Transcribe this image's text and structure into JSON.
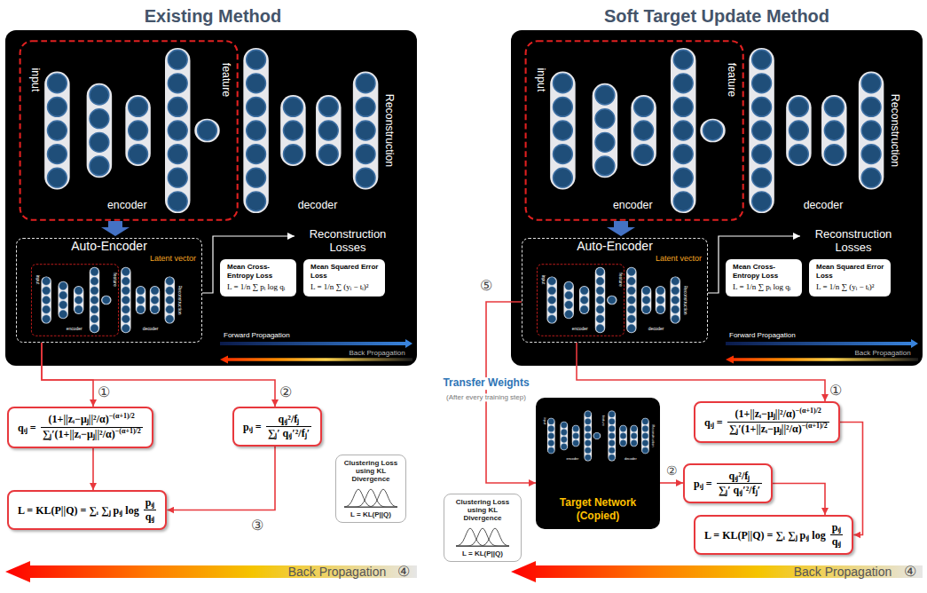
{
  "diagram": {
    "nodes": [
      {
        "text": [
          "Auto-Encoder",
          "Latent vector"
        ]
      },
      {
        "text": [
          "Mean Cross-Entropy Loss",
          "L = 1/n ∑ pᵢ log qᵢ"
        ]
      },
      {
        "text": [
          "Mean Squared Error Loss",
          "L = 1/n ∑ (yᵢ − tᵢ)²"
        ]
      },
      {
        "text": [
          "qᵢⱼ =",
          "(1+||zᵢ−μⱼ||²/α)",
          "−(α+1)/2",
          "∑ⱼ′(1+||zᵢ−μⱼ||²/α)",
          "−(α+1)/2"
        ]
      },
      {
        "text": [
          "pᵢⱼ =",
          "qᵢⱼ²/fⱼ",
          "∑ⱼ′ qᵢⱼ′²/fⱼ′"
        ]
      },
      {
        "text": [
          "L = KL(P||Q) = ∑ᵢ ∑ⱼ pᵢⱼ log",
          "pᵢⱼ",
          "qᵢⱼ"
        ]
      },
      {
        "text": [
          "Clustering Loss using KL Divergence",
          "L = KL(P||Q)"
        ]
      },
      {
        "text": [
          "Auto-Encoder",
          "Latent vector"
        ]
      },
      {
        "text": [
          "Mean Cross-Entropy Loss",
          "L = 1/n ∑ pᵢ log qᵢ"
        ]
      },
      {
        "text": [
          "Mean Squared Error Loss",
          "L = 1/n ∑ (yᵢ − tᵢ)²"
        ]
      },
      {
        "text": [
          "qᵢⱼ =",
          "(1+||zᵢ−μⱼ||²/α)",
          "−(α+1)/2",
          "∑ⱼ′(1+||zᵢ−μⱼ||²/α)",
          "−(α+1)/2"
        ]
      },
      {
        "text": [
          "Target Network (Copied)"
        ]
      },
      {
        "text": [
          "pᵢⱼ =",
          "qᵢⱼ²/fⱼ",
          "∑ⱼ′ qᵢⱼ′²/fⱼ′"
        ]
      },
      {
        "text": [
          "L = KL(P||Q) = ∑ᵢ ∑ⱼ pᵢⱼ log",
          "pᵢⱼ",
          "qᵢⱼ"
        ]
      },
      {
        "text": [
          "Clustering Loss using KL Divergence",
          "L = KL(P||Q)"
        ]
      }
    ],
    "edges": [
      {
        "from": 0,
        "to": 3,
        "arrow": "to"
      },
      {
        "from": 0,
        "to": 4,
        "arrow": "to"
      },
      {
        "from": 3,
        "to": 5,
        "arrow": "to"
      },
      {
        "from": 4,
        "to": 5,
        "arrow": "to"
      },
      {
        "from": 7,
        "to": 10,
        "arrow": "to"
      },
      {
        "from": 7,
        "to": 11,
        "arrow": "to",
        "label": "Transfer Weights"
      },
      {
        "from": 11,
        "to": 12,
        "arrow": "to"
      },
      {
        "from": 10,
        "to": 13,
        "arrow": "to"
      },
      {
        "from": 12,
        "to": 13,
        "arrow": "to"
      }
    ],
    "labels": [
      "Existing Method",
      "Soft Target Update Method",
      "input",
      "feature",
      "Reconstruction",
      "encoder",
      "decoder",
      "input",
      "feature",
      "Reconstruction",
      "encoder",
      "decoder",
      "Reconstruction Losses",
      "Forward Propagation",
      "Back Propagation",
      "①",
      "②",
      "③",
      "Back Propagation",
      "④",
      "input",
      "feature",
      "Reconstruction",
      "encoder",
      "decoder",
      "input",
      "feature",
      "Reconstruction",
      "encoder",
      "decoder",
      "Reconstruction Losses",
      "Forward Propagation",
      "Back Propagation",
      "⑤",
      "(After every training step)",
      "input",
      "feature",
      "Reconstruction",
      "encoder",
      "decoder",
      "①",
      "②",
      "Back Propagation",
      "④"
    ]
  }
}
